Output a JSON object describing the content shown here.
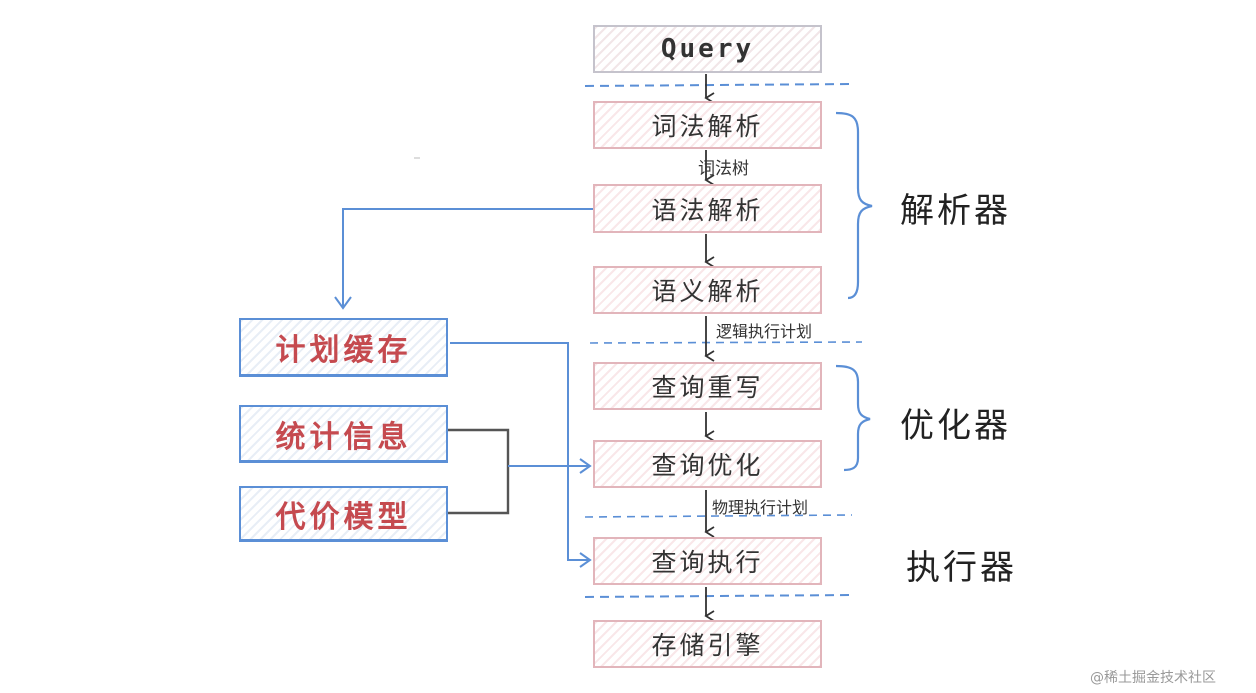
{
  "steps": {
    "query": "Query",
    "lexical": "词法解析",
    "syntax": "语法解析",
    "semantic": "语义解析",
    "rewrite": "查询重写",
    "optimize": "查询优化",
    "execute": "查询执行",
    "storage": "存储引擎"
  },
  "side": {
    "plan_cache": "计划缓存",
    "statistics": "统计信息",
    "cost_model": "代价模型"
  },
  "edges": {
    "lexical_tree": "词法树",
    "logical_plan": "逻辑执行计划",
    "physical_plan": "物理执行计划"
  },
  "groups": {
    "parser": "解析器",
    "optimizer": "优化器",
    "executor": "执行器"
  },
  "watermark": "@稀土掘金技术社区",
  "colors": {
    "blue": "#5b8fd6",
    "pink": "#e2b5bb",
    "red": "#c54a4f"
  }
}
